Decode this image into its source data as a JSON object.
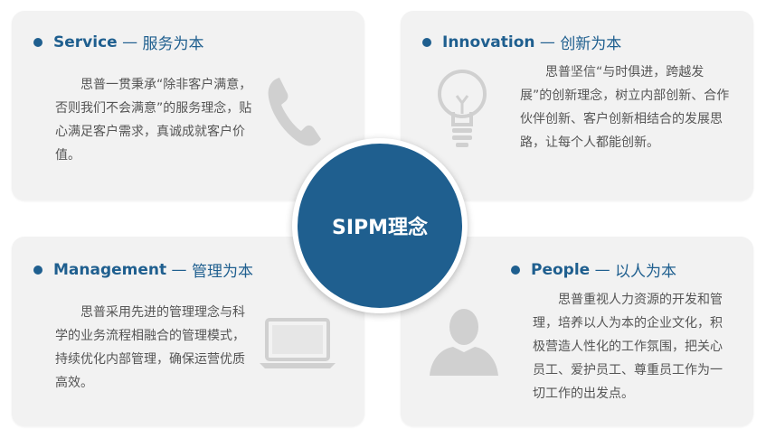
{
  "center": {
    "label": "SIPM理念"
  },
  "colors": {
    "accent": "#1f5f8f",
    "card_bg": "#f2f2f2",
    "icon_gray": "#d0d0d0",
    "body_text": "#555555"
  },
  "cards": [
    {
      "title_en": "Service",
      "title_sep": " — ",
      "title_cn": "服务为本",
      "body": "思普一贯秉承“除非客户满意，否则我们不会满意”的服务理念，贴心满足客户需求，真诚成就客户价值。",
      "icon": "phone-icon"
    },
    {
      "title_en": "Innovation",
      "title_sep": " — ",
      "title_cn": "创新为本",
      "body": "思普坚信“与时俱进，跨越发展”的创新理念，树立内部创新、合作伙伴创新、客户创新相结合的发展思路，让每个人都能创新。",
      "icon": "lightbulb-icon"
    },
    {
      "title_en": "Management",
      "title_sep": " — ",
      "title_cn": "管理为本",
      "body": "思普采用先进的管理理念与科学的业务流程相融合的管理模式，持续优化内部管理，确保运营优质高效。",
      "icon": "laptop-icon"
    },
    {
      "title_en": "People",
      "title_sep": " — ",
      "title_cn": "以人为本",
      "body": "思普重视人力资源的开发和管理，培养以人为本的企业文化，积极营造人性化的工作氛围，把关心员工、爱护员工、尊重员工作为一切工作的出发点。",
      "icon": "person-icon"
    }
  ]
}
